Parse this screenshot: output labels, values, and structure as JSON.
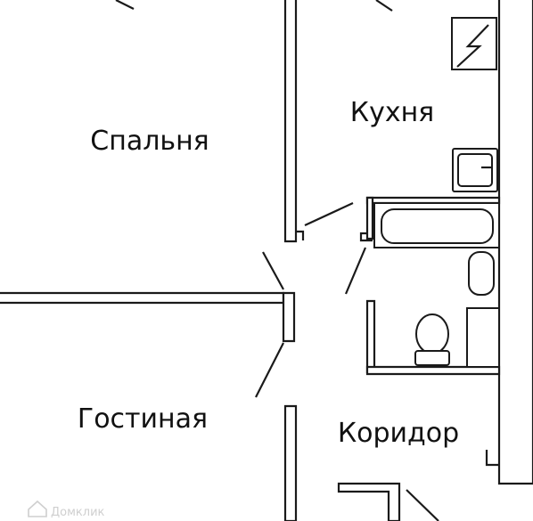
{
  "rooms": {
    "bedroom": "Спальня",
    "kitchen": "Кухня",
    "living": "Гостиная",
    "corridor": "Коридор"
  },
  "watermark": "Домклик",
  "colors": {
    "line": "#1a1a1a",
    "background": "#ffffff",
    "watermark": "#cfcfcf"
  }
}
